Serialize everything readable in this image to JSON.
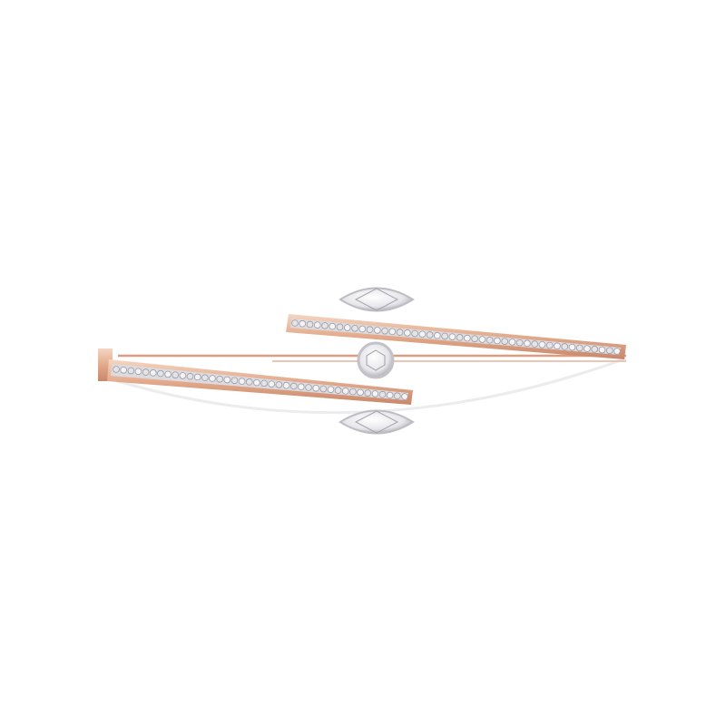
{
  "image": {
    "subject": "bracelet",
    "colors": {
      "background": "#ffffff",
      "rose_gold": "#e2a98a",
      "rose_gold_dark": "#c9876a",
      "rose_gold_light": "#f6d6c3",
      "diamond": "#f2f2f4",
      "diamond_shadow": "#9a9aa2",
      "setting_metal": "#d9d9dc"
    },
    "stones": {
      "marquise": 2,
      "round_center": 1
    }
  }
}
